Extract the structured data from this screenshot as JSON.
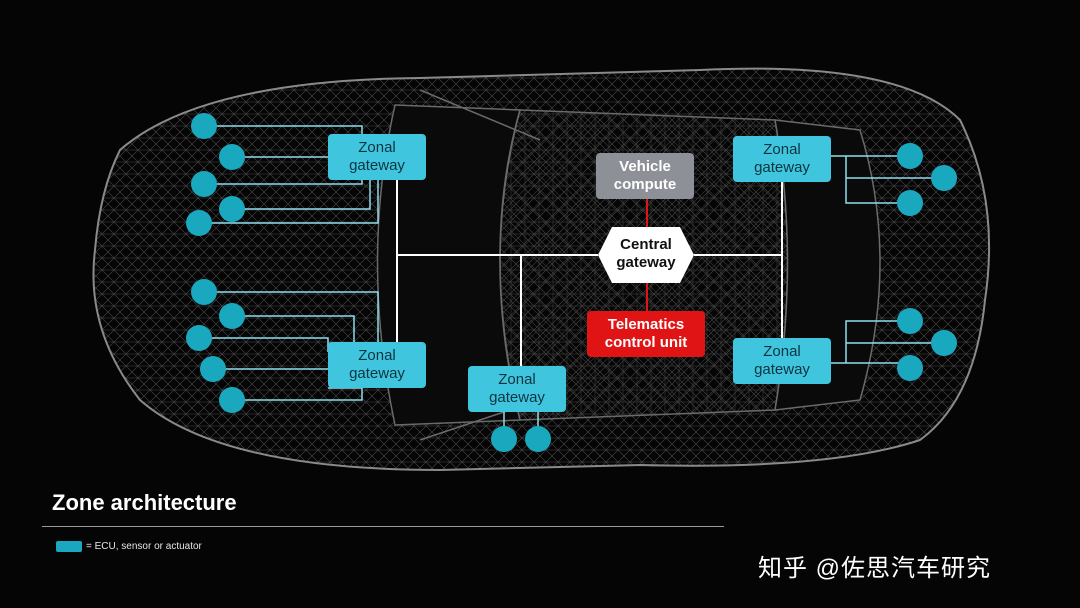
{
  "colors": {
    "ecu": "#1aa8bf",
    "zonal_gateway": "#3fc6de",
    "vehicle_compute": "#8d9096",
    "central_gateway": "#ffffff",
    "telematics": "#e01414",
    "connection": "#ffffff",
    "ecu_link": "#7fd6e6",
    "red_link": "#e01414"
  },
  "diagram": {
    "zonal_gateways": [
      {
        "id": "front-left",
        "label": "Zonal\ngateway"
      },
      {
        "id": "rear-left",
        "label": "Zonal\ngateway"
      },
      {
        "id": "rear-center",
        "label": "Zonal\ngateway"
      },
      {
        "id": "front-right",
        "label": "Zonal\ngateway"
      },
      {
        "id": "rear-right",
        "label": "Zonal\ngateway"
      }
    ],
    "vehicle_compute": {
      "label": "Vehicle\ncompute"
    },
    "central_gateway": {
      "label": "Central\ngateway"
    },
    "telematics": {
      "label": "Telematics\ncontrol unit"
    }
  },
  "footer": {
    "title": "Zone architecture",
    "legend_text": "= ECU, sensor or actuator"
  },
  "watermark": "知乎 @佐思汽车研究"
}
